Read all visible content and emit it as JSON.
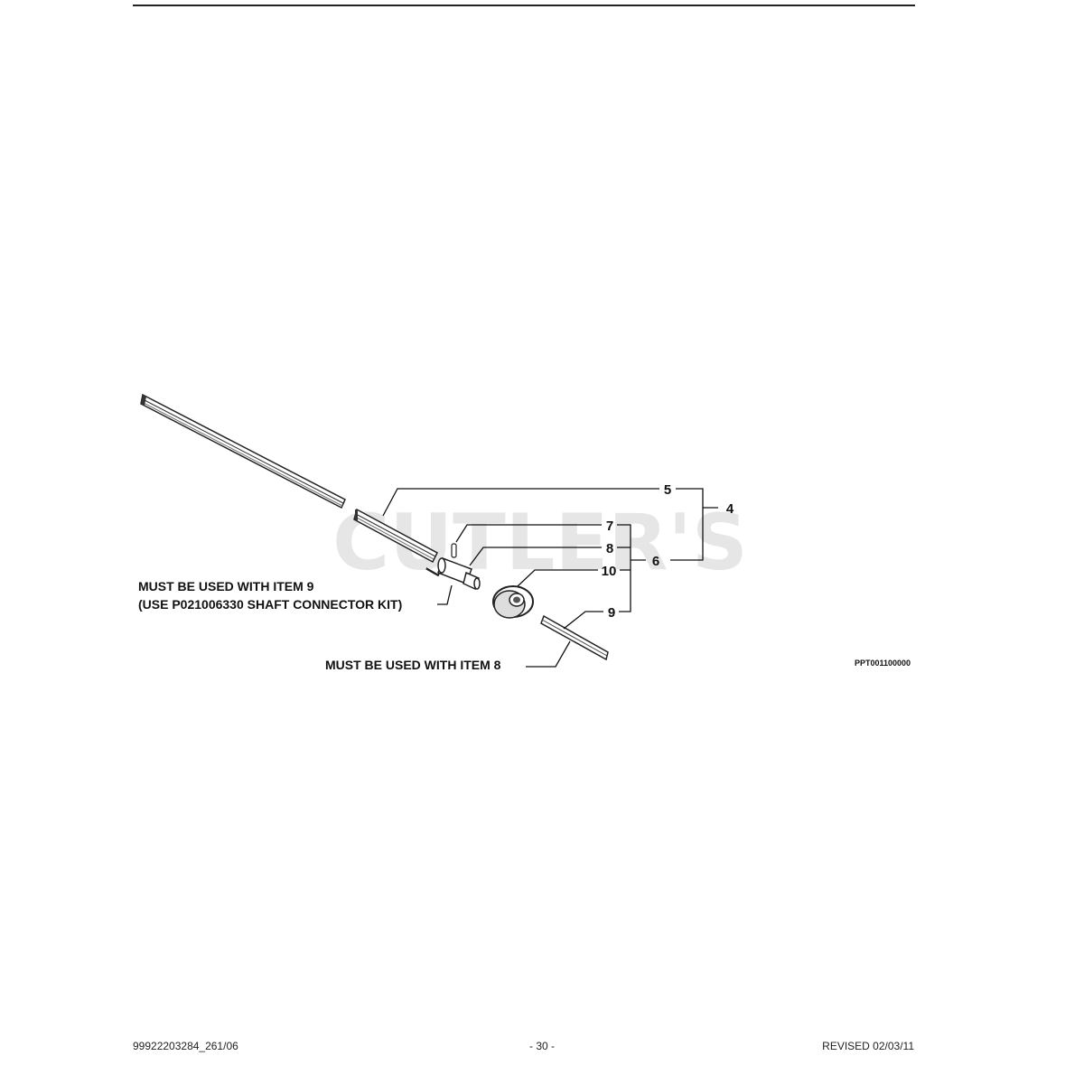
{
  "watermark": "CUTLER'S",
  "callouts": {
    "item5": "5",
    "item4": "4",
    "item7": "7",
    "item8": "8",
    "item10": "10",
    "item6": "6",
    "item9": "9"
  },
  "notes": {
    "note_item9_line1": "MUST BE USED WITH ITEM 9",
    "note_item9_line2": "(USE  P021006330 SHAFT CONNECTOR KIT)",
    "note_item8": "MUST BE USED WITH ITEM 8"
  },
  "figure_code": "PPT001100000",
  "footer": {
    "doc_number": "99922203284_261/06",
    "page_number": "- 30 -",
    "revision": "REVISED 02/03/11"
  }
}
